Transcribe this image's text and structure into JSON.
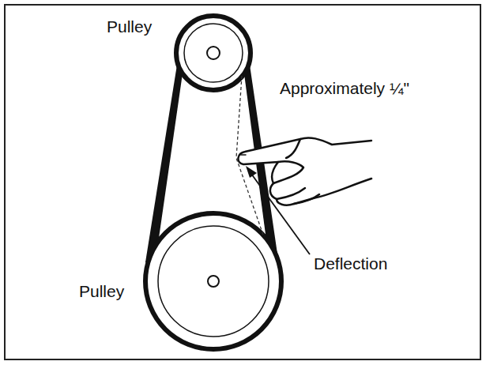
{
  "diagram": {
    "labels": [
      "Pulley",
      "Approximately ¼\"",
      "Deflection",
      "Pulley"
    ]
  }
}
